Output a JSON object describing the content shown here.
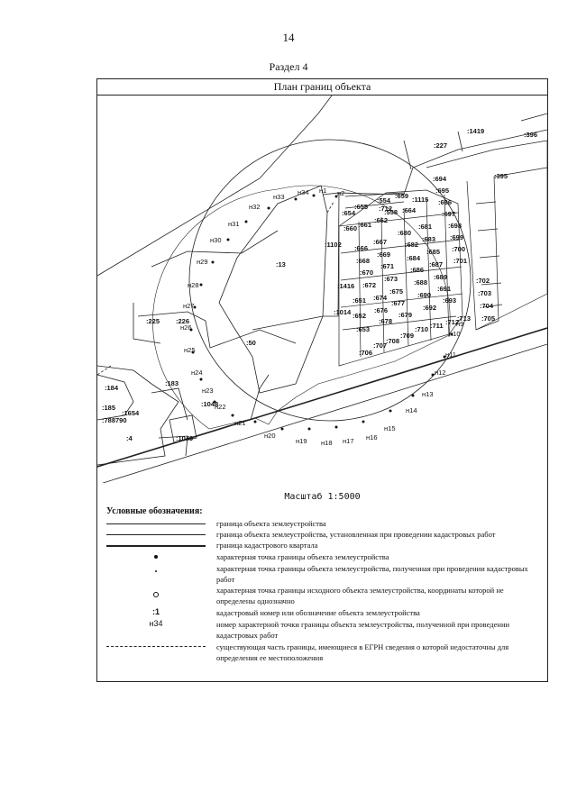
{
  "page_number": "14",
  "section_title": "Раздел 4",
  "frame_title": "План границ объекта",
  "scale_label": "Масштаб 1:5000",
  "legend": {
    "title": "Условные обозначения:",
    "items": [
      {
        "symbol": "line-thin",
        "text": "граница объекта землеустройства"
      },
      {
        "symbol": "line-thin",
        "text": "граница объекта землеустройства, установленная при проведении кадастровых работ"
      },
      {
        "symbol": "line-thick",
        "text": "граница кадастрового квартала"
      },
      {
        "symbol": "dot-large",
        "text": "характерная точка границы объекта землеустройства"
      },
      {
        "symbol": "dot-small",
        "text": "характерная точка границы объекта землеустройства, полученная при проведении кадастровых работ"
      },
      {
        "symbol": "circle-open",
        "text": "характерная точка границы исходного объекта землеустройства, координаты которой не определены однозначно"
      },
      {
        "symbol": "text",
        "label": ":1",
        "text": "кадастровый номер или обозначение объекта землеустройства"
      },
      {
        "symbol": "text",
        "label": "н34",
        "text": "номер характерной точки границы объекта землеустройства, полученной при проведении кадастровых работ"
      },
      {
        "symbol": "line-dashed",
        "text": "существующая часть границы, имеющиеся в ЕГРН сведения о которой недостаточны для определения ее местоположения"
      }
    ]
  },
  "map_labels": {
    "parcels": [
      ":227",
      ":1419",
      ":396",
      ":395",
      ":694",
      ":695",
      ":696",
      ":697",
      ":698",
      ":699",
      ":700",
      ":701",
      ":702",
      ":703",
      ":704",
      ":705",
      ":654",
      ":655",
      ":712",
      ":554",
      ":558",
      ":659",
      ":1115",
      ":664",
      ":660",
      ":661",
      ":662",
      ":681",
      ":680",
      ":683",
      ":682",
      ":685",
      ":684",
      ":686",
      ":687",
      ":689",
      ":688",
      ":691",
      ":690",
      ":693",
      ":692",
      ":1102",
      ":666",
      ":667",
      ":668",
      ":669",
      ":670",
      ":671",
      ":672",
      ":673",
      ":674",
      ":675",
      ":676",
      ":677",
      ":678",
      ":679",
      ":1416",
      ":651",
      ":1014",
      ":652",
      ":653",
      ":706",
      ":707",
      ":708",
      ":709",
      ":710",
      ":711",
      ":712",
      ":713",
      ":13",
      ":225",
      ":226",
      ":50",
      ":183",
      ":184",
      ":1048",
      ":185",
      ":1654",
      ":788790",
      ":4",
      ":1049"
    ],
    "points": [
      "н1",
      "н2",
      "н33",
      "н34",
      "н32",
      "н31",
      "н30",
      "н29",
      "н28",
      "н27",
      "н26",
      "н25",
      "н24",
      "н23",
      "н22",
      "н21",
      "н20",
      "н19",
      "н18",
      "н17",
      "н16",
      "н15",
      "н14",
      "н13",
      "н12",
      "н11",
      "н10",
      "н9"
    ]
  }
}
